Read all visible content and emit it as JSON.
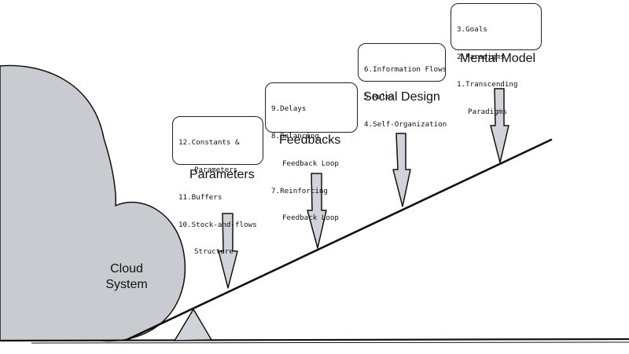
{
  "colors": {
    "cloud_fill": "#c9cbd0",
    "arrow_fill": "#d0d3d8",
    "stroke": "#111111"
  },
  "cloud": {
    "line1": "Cloud",
    "line2": "System"
  },
  "levels": [
    {
      "title": "Parameters",
      "items": [
        {
          "number": "12",
          "text": "Constants &",
          "continuation": "Parameters"
        },
        {
          "number": "11",
          "text": "Buffers"
        },
        {
          "number": "10",
          "text": "Stock-and-flows",
          "continuation": "Structure"
        }
      ]
    },
    {
      "title": "Feedbacks",
      "items": [
        {
          "number": "9",
          "text": "Delays"
        },
        {
          "number": "8",
          "text": "Balancing",
          "continuation": "Feedback Loop"
        },
        {
          "number": "7",
          "text": "Reinforcing",
          "continuation": "Feedback Loop"
        }
      ]
    },
    {
      "title": "Social Design",
      "items": [
        {
          "number": "6",
          "text": "Information Flows"
        },
        {
          "number": "5",
          "text": "Rules"
        },
        {
          "number": "4",
          "text": "Self-Organization"
        }
      ]
    },
    {
      "title": "Mental Model",
      "items": [
        {
          "number": "3",
          "text": "Goals"
        },
        {
          "number": "2",
          "text": "Paradigms"
        },
        {
          "number": "1",
          "text": "Transcending",
          "continuation": "Paradigms"
        }
      ]
    }
  ]
}
